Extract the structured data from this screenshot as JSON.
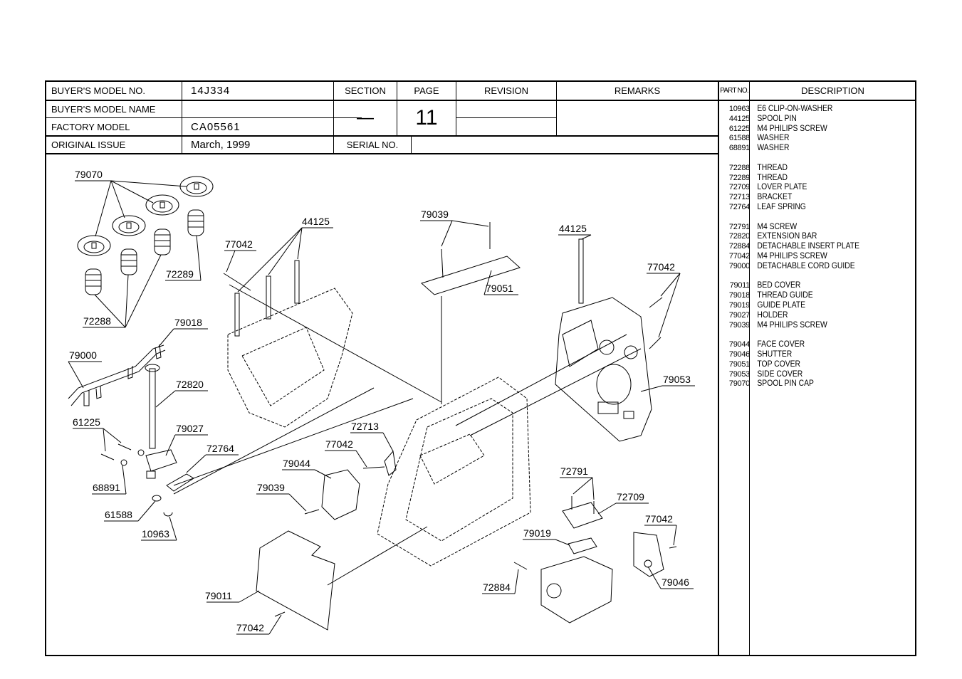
{
  "header": {
    "buyers_model_no_label": "BUYER'S MODEL NO.",
    "buyers_model_no": "14J334",
    "buyers_model_name_label": "BUYER'S MODEL NAME",
    "buyers_model_name": "",
    "factory_model_label": "FACTORY MODEL",
    "factory_model": "CA05561",
    "original_issue_label": "ORIGINAL ISSUE",
    "original_issue": "March, 1999",
    "section_label": "SECTION",
    "section": "—",
    "page_label": "PAGE",
    "page": "11",
    "revision_label": "REVISION",
    "remarks_label": "REMARKS",
    "serial_no_label": "SERIAL NO.",
    "part_no_label": "PART NO.",
    "description_label": "DESCRIPTION"
  },
  "parts_groups": [
    [
      {
        "no": "10963",
        "desc": "E6 CLIP-ON-WASHER"
      },
      {
        "no": "44125",
        "desc": "SPOOL PIN"
      },
      {
        "no": "61225",
        "desc": "M4 PHILIPS SCREW"
      },
      {
        "no": "61588",
        "desc": "WASHER"
      },
      {
        "no": "68891",
        "desc": "WASHER"
      }
    ],
    [
      {
        "no": "72288",
        "desc": "THREAD"
      },
      {
        "no": "72289",
        "desc": "THREAD"
      },
      {
        "no": "72709",
        "desc": "LOVER PLATE"
      },
      {
        "no": "72713",
        "desc": "BRACKET"
      },
      {
        "no": "72764",
        "desc": "LEAF SPRING"
      }
    ],
    [
      {
        "no": "72791",
        "desc": "M4 SCREW"
      },
      {
        "no": "72820",
        "desc": "EXTENSION BAR"
      },
      {
        "no": "72884",
        "desc": "DETACHABLE INSERT PLATE"
      },
      {
        "no": "77042",
        "desc": "M4 PHILIPS SCREW"
      },
      {
        "no": "79000",
        "desc": "DETACHABLE CORD GUIDE"
      }
    ],
    [
      {
        "no": "79011",
        "desc": "BED COVER"
      },
      {
        "no": "79018",
        "desc": "THREAD GUIDE"
      },
      {
        "no": "79019",
        "desc": "GUIDE PLATE"
      },
      {
        "no": "79027",
        "desc": "HOLDER"
      },
      {
        "no": "79039",
        "desc": "M4 PHILIPS SCREW"
      }
    ],
    [
      {
        "no": "79044",
        "desc": "FACE COVER"
      },
      {
        "no": "79046",
        "desc": "SHUTTER"
      },
      {
        "no": "79051",
        "desc": "TOP COVER"
      },
      {
        "no": "79053",
        "desc": "SIDE COVER"
      },
      {
        "no": "79070",
        "desc": "SPOOL PIN CAP"
      }
    ]
  ],
  "callouts": {
    "c79070": "79070",
    "c72289": "72289",
    "c72288": "72288",
    "c79018": "79018",
    "c79000": "79000",
    "c72820": "72820",
    "c61225": "61225",
    "c79027": "79027",
    "c72764": "72764",
    "c68891": "68891",
    "c61588": "61588",
    "c10963": "10963",
    "c77042a": "77042",
    "c44125a": "44125",
    "c79039a": "79039",
    "c79051": "79051",
    "c44125b": "44125",
    "c77042b": "77042",
    "c79053": "79053",
    "c72713": "72713",
    "c77042c": "77042",
    "c79044": "79044",
    "c79039b": "79039",
    "c72791": "72791",
    "c72709": "72709",
    "c77042d": "77042",
    "c79019": "79019",
    "c72884": "72884",
    "c79046": "79046",
    "c79011": "79011",
    "c77042e": "77042"
  }
}
